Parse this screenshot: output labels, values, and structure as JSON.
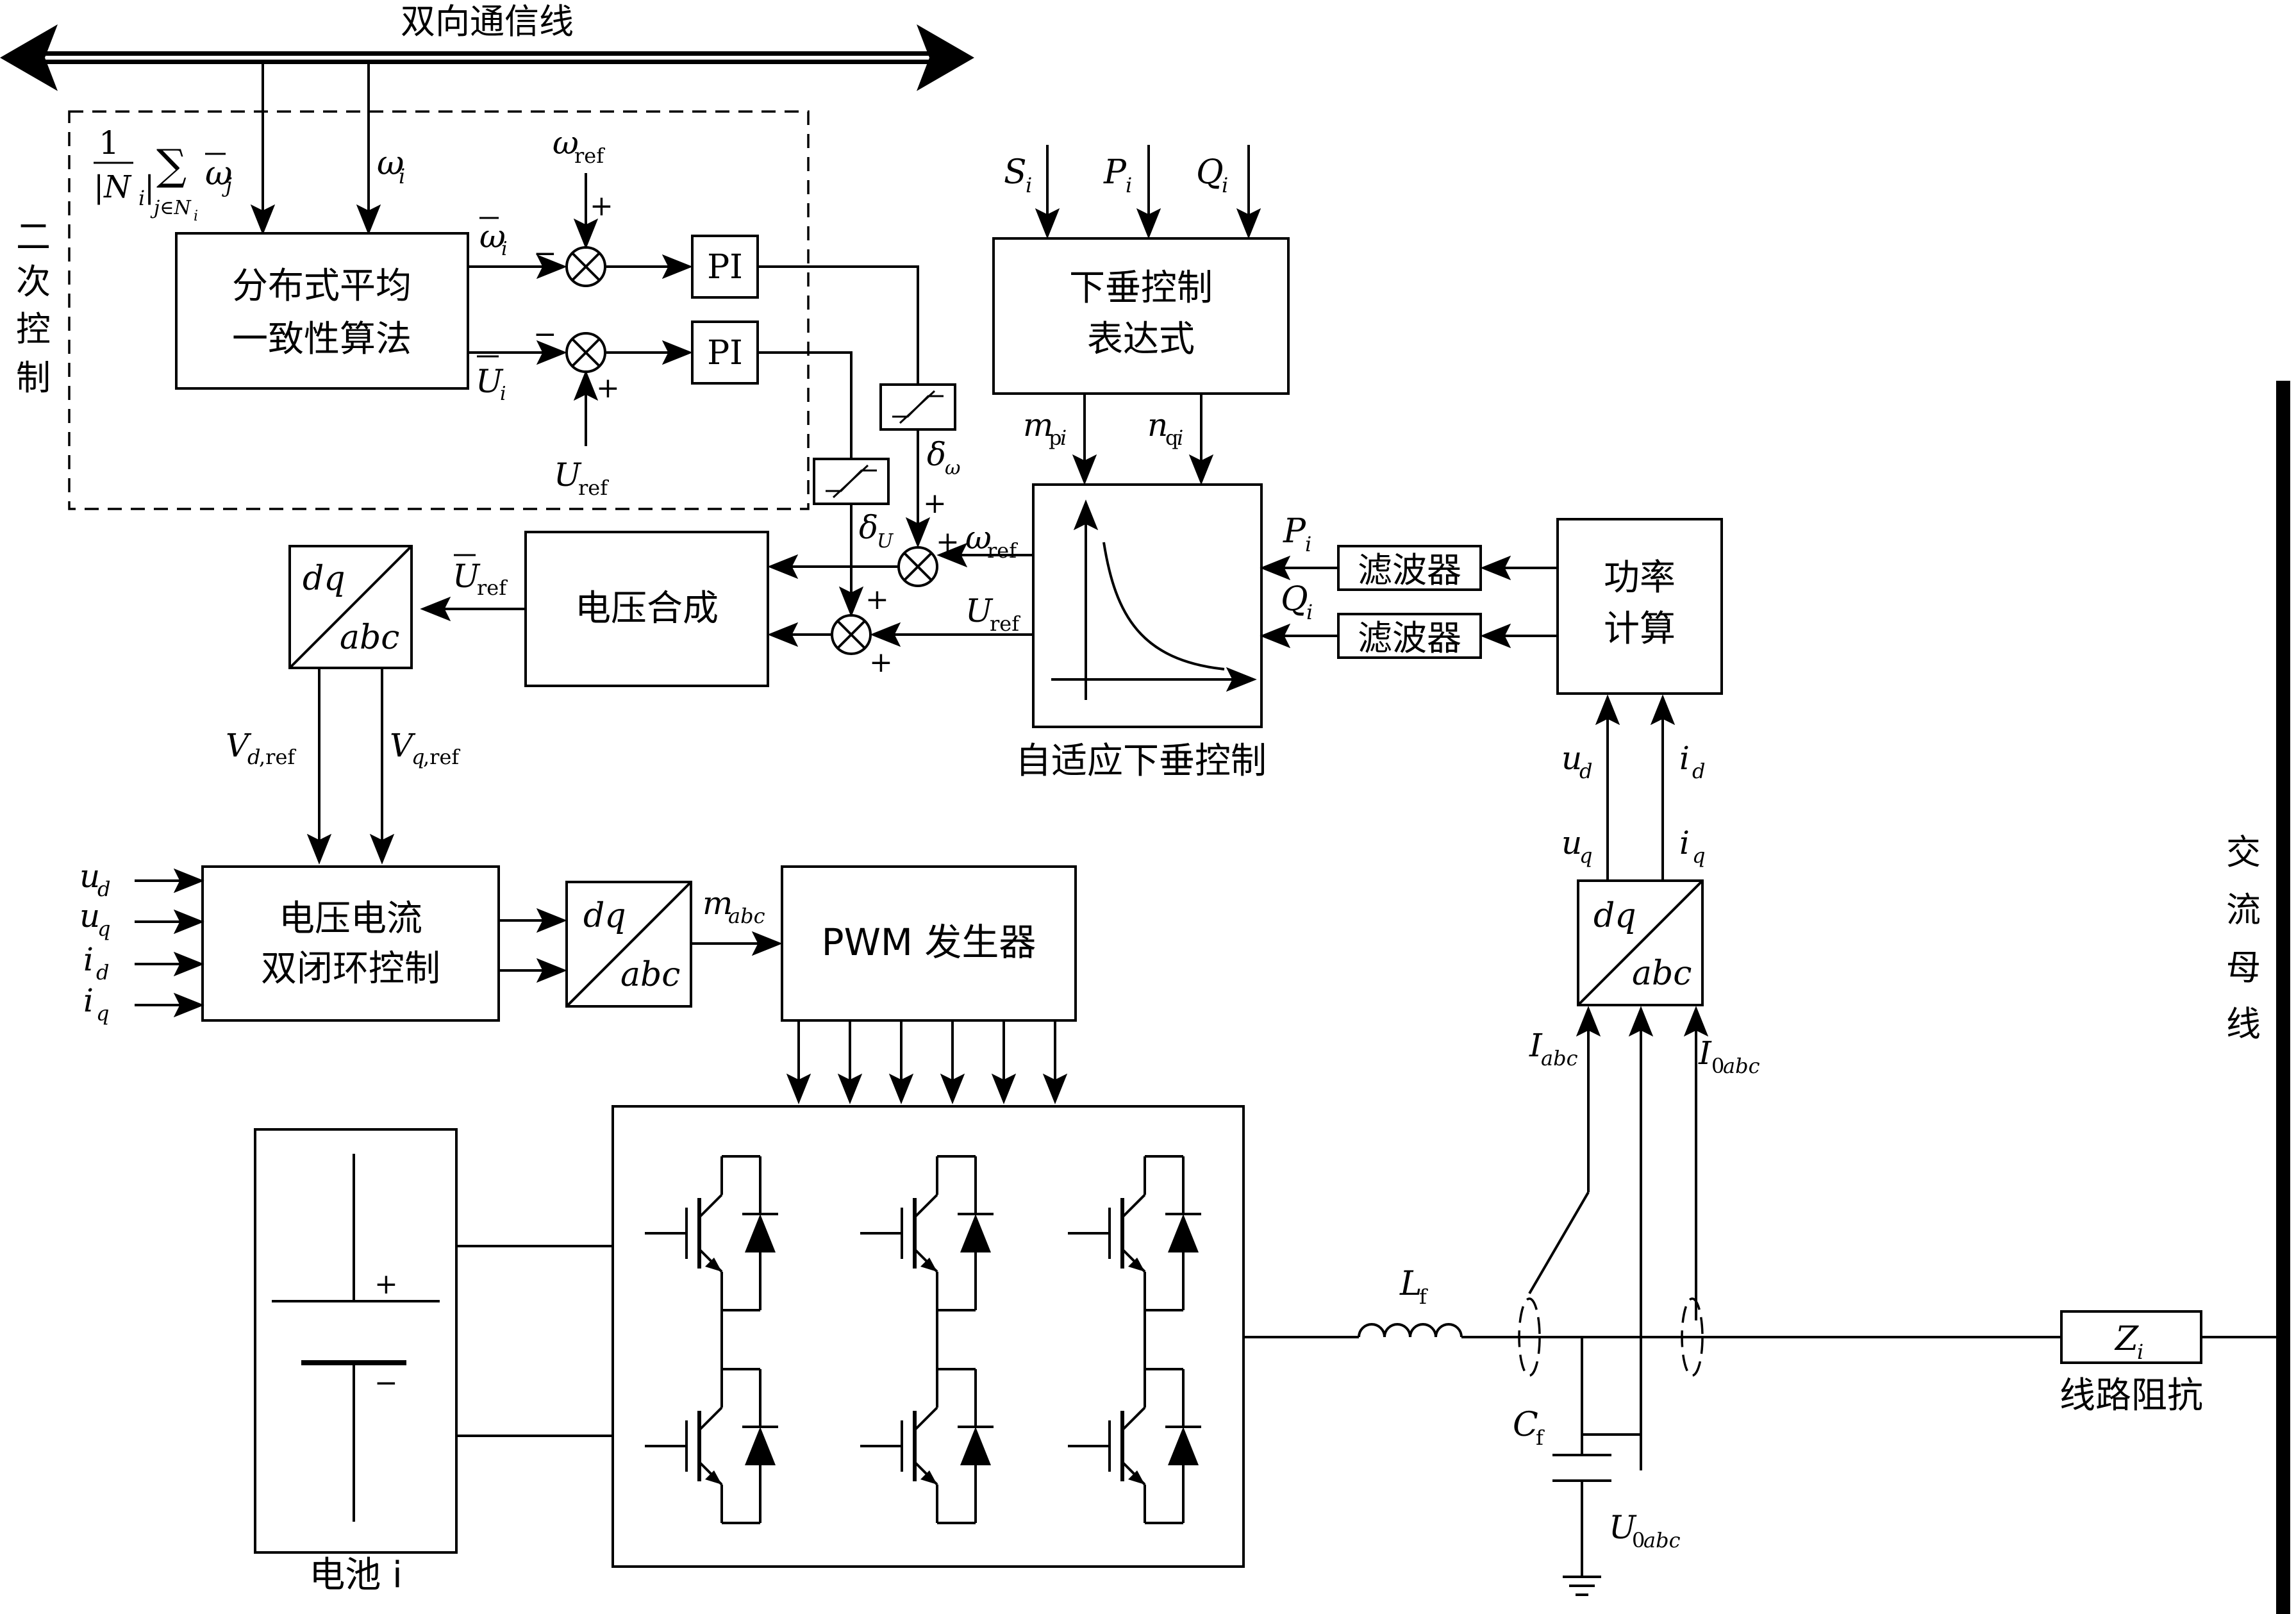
{
  "comm_line": "双向通信线",
  "secondary_control": [
    "二",
    "次",
    "控",
    "制"
  ],
  "consensus_block": [
    "分布式平均",
    "一致性算法"
  ],
  "pi_label": "PI",
  "droop_expr_block": [
    "下垂控制",
    "表达式"
  ],
  "adaptive_droop_caption": "自适应下垂控制",
  "voltage_synth_block": "电压合成",
  "filter_label": "滤波器",
  "power_calc_block": [
    "功率",
    "计算"
  ],
  "dual_loop_block": [
    "电压电流",
    "双闭环控制"
  ],
  "pwm_block": "PWM 发生器",
  "battery_caption": "电池 i",
  "line_impedance_caption": "线路阻抗",
  "ac_bus_caption": [
    "交",
    "流",
    "母",
    "线"
  ],
  "dq_top": "dq",
  "dq_bottom": "abc",
  "signals": {
    "omega_i": "ωi",
    "omega_ref": "ωref",
    "U_ref": "Uref",
    "S_i": "Si",
    "P_i": "Pi",
    "Q_i": "Qi",
    "m_pi": "mpi",
    "n_qi": "nqi",
    "delta_omega": "δω",
    "delta_U": "δU",
    "V_d_ref": "Vd,ref",
    "V_q_ref": "Vq,ref",
    "m_abc": "mabc",
    "u_d": "ud",
    "u_q": "uq",
    "i_d": "id",
    "i_q": "iq",
    "I_abc": "Iabc",
    "I_0abc": "I0abc",
    "U_0abc": "U0abc",
    "L_f": "Lf",
    "C_f": "Cf",
    "Z_i": "Zi"
  },
  "signs": {
    "plus": "+",
    "minus": "−"
  }
}
